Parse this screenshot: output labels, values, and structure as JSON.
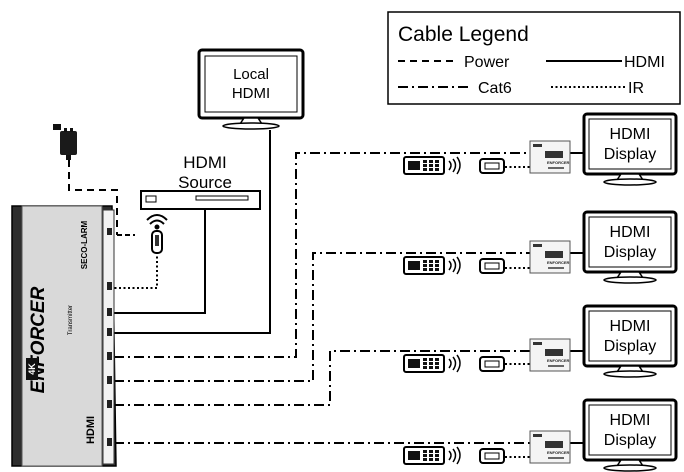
{
  "legend": {
    "title": "Cable Legend",
    "items": [
      {
        "label": "Power",
        "style": "dashed"
      },
      {
        "label": "HDMI",
        "style": "solid"
      },
      {
        "label": "Cat6",
        "style": "dash-dot"
      },
      {
        "label": "IR",
        "style": "dotted"
      }
    ]
  },
  "local_hdmi": {
    "line1": "Local",
    "line2": "HDMI"
  },
  "hdmi_source": {
    "line1": "HDMI",
    "line2": "Source"
  },
  "transmitter": {
    "brand": "ENFORCER",
    "maker": "SECO-LARM",
    "subtitle": "Transmitter",
    "hdmi_logo": "HDMI",
    "badge": "4K"
  },
  "displays": [
    {
      "line1": "HDMI",
      "line2": "Display"
    },
    {
      "line1": "HDMI",
      "line2": "Display"
    },
    {
      "line1": "HDMI",
      "line2": "Display"
    },
    {
      "line1": "HDMI",
      "line2": "Display"
    }
  ],
  "receiver": {
    "brand": "ENFORCER"
  },
  "icons": [
    "power-adapter-icon",
    "wireless-ir-icon",
    "remote-control-icon",
    "ir-sensor-icon",
    "tv-monitor-icon"
  ]
}
